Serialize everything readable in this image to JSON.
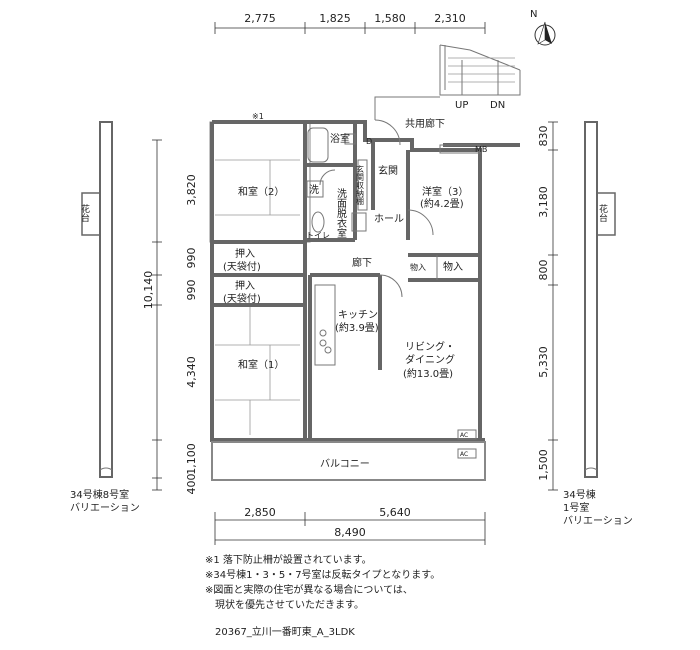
{
  "compass": {
    "label": "N"
  },
  "dims": {
    "top": [
      "2,775",
      "1,825",
      "1,580",
      "2,310"
    ],
    "left": [
      "3,820",
      "990",
      "990",
      "4,340",
      "1,100",
      "400"
    ],
    "left_total": "10,140",
    "right": [
      "830",
      "3,180",
      "800",
      "5,330",
      "1,500"
    ],
    "bottom": [
      "2,850",
      "5,640"
    ],
    "bottom_total": "8,490"
  },
  "stairs": {
    "up": "UP",
    "dn": "DN"
  },
  "rooms": {
    "corridor_common": "共用廊下",
    "mb": "MB",
    "bath": "浴室",
    "d": "D",
    "genkan": "玄関",
    "shoe": "玄関収納棚",
    "washer": "洗",
    "senmen": "洗面脱衣室",
    "toilet": "トイレ",
    "hall": "ホール",
    "washitsu2": "和室（2）",
    "youshitsu3": "洋室（3）",
    "youshitsu3_size": "(約4.2畳)",
    "oshiire1": "押入",
    "oshiire1_sub": "(天袋付)",
    "oshiire2": "押入",
    "oshiire2_sub": "(天袋付)",
    "rouka": "廊下",
    "monoire_small": "物入",
    "monoire": "物入",
    "kitchen": "キッチン",
    "kitchen_size": "(約3.9畳)",
    "living1": "リビング・",
    "living2": "ダイニング",
    "living_size": "(約13.0畳)",
    "washitsu1": "和室（1）",
    "ac1": "AC",
    "ac2": "AC",
    "balcony": "バルコニー",
    "note_mark": "※1",
    "kadai_left": "花台",
    "kadai_right": "花台"
  },
  "variations": {
    "left": [
      "34号棟8号室",
      "バリエーション"
    ],
    "right": [
      "34号棟",
      "1号室",
      "バリエーション"
    ]
  },
  "notes": [
    "※1 落下防止柵が設置されています。",
    "※34号棟1・3・5・7号室は反転タイプとなります。",
    "※図面と実際の住宅が異なる場合については、",
    "　現状を優先させていただきます。"
  ],
  "code": "20367_立川一番町東_A_3LDK"
}
